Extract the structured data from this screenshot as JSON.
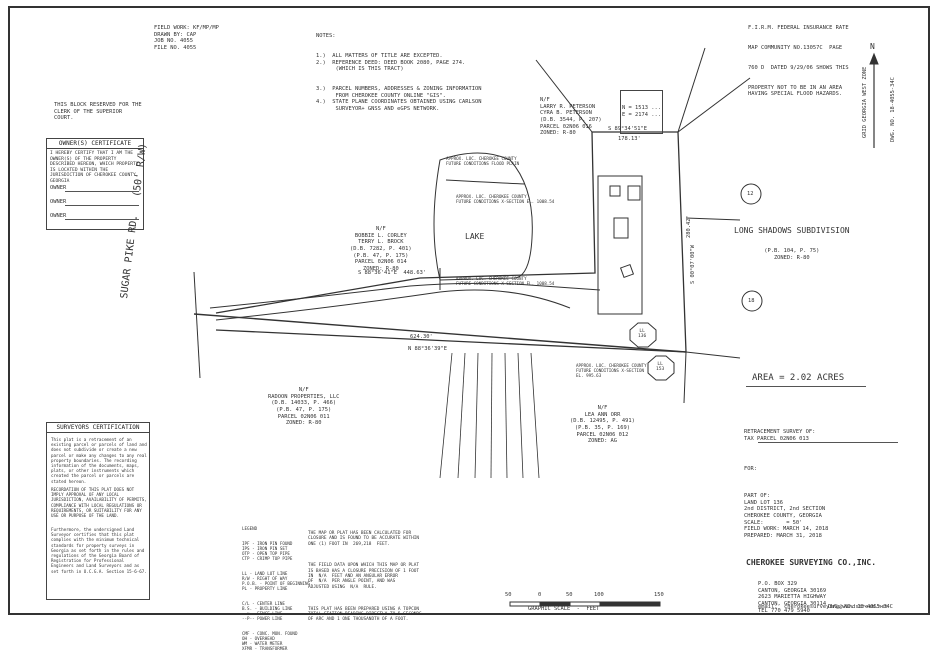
{
  "field_info": [
    "FIELD WORK: KF/MP/MP",
    "DRAWN BY: CAP",
    "JOB NO. 4055",
    "FILE NO. 4055"
  ],
  "notes": {
    "title": "NOTES:",
    "items": [
      "1.)  ALL MATTERS OF TITLE ARE EXCEPTED.",
      "2.)  REFERENCE DEED: DEED BOOK 2080, PAGE 274.",
      "      (WHICH IS THIS TRACT)",
      "3.)  PARCEL NUMBERS, ADDRESSES & ZONING INFORMATION",
      "      FROM CHEROKEE COUNTY ONLINE \"GIS\".",
      "4.)  STATE PLANE COORDINATES OBTAINED USING CARLSON",
      "      SURVEYOR+ GNSS AND eGPS NETWORK."
    ]
  },
  "firm": [
    "F.I.R.M. FEDERAL INSURANCE RATE",
    "MAP COMMUNITY NO.13057C",
    "PAGE",
    "DATED 9/29/06 SHOWS THIS",
    "PROPERTY NOT TO BE IN AN AREA",
    "HAVING SPECIAL FLOOD HAZARDS."
  ],
  "clerk_block": "THIS BLOCK RESERVED FOR THE CLERK OF THE SUPERIOR COURT.",
  "owner_cert": {
    "title": "OWNER(S) CERTIFICATE",
    "text": "I HEREBY CERTIFY THAT I AM THE OWNER(S) OF THE PROPERTY DESCRIBED HEREON, WHICH PROPERTY IS LOCATED WITHIN THE JURISDICTION OF CHEROKEE COUNTY, GEORGIA",
    "lines": [
      "OWNER",
      "OWNER",
      "OWNER"
    ]
  },
  "surveyor_cert": {
    "title": "SURVEYORS CERTIFICATION",
    "paragraphs": [
      "This plat is a retracement of an existing parcel or parcels of land and does not subdivide or create a new parcel or make any changes to any real property boundaries. The recording information of the documents, maps, plats, or other instruments which created the parcel or parcels are stated hereon.",
      "RECORDATION OF THIS PLAT DOES NOT IMPLY APPROVAL OF ANY LOCAL JURISDICTION, AVAILABILITY OF PERMITS, COMPLIANCE WITH LOCAL REGULATIONS OR REQUIREMENTS, OR SUITABILITY FOR ANY USE OR PURPOSE OF THE LAND.",
      "Furthermore, the undersigned Land Surveyor certifies that this plat complies with the minimum technical standards for property surveys in Georgia as set forth in the rules and regulations of the Georgia Board of Registration for Professional Engineers and Land Surveyors and as set forth in O.C.G.A. Section 15-6-67."
    ]
  },
  "road": "SUGAR PIKE RD.   (50' R/W)",
  "parcels": {
    "peterson": [
      "N/F",
      "LARRY R. PETERSON",
      "CYRA B. PETERSON",
      "(D.B. 3544, P. 207)",
      "PARCEL 02N06 016",
      "ZONED: R-80"
    ],
    "corley": [
      "N/F",
      "BOBBIE L. CORLEY",
      "TERRY L. BROCK",
      "(D.B. 7282, P. 401)",
      "(P.B. 47, P. 175)",
      "PARCEL 02N06 014",
      "ZONED: R-80"
    ],
    "radoon": [
      "N/F",
      "RADOON PROPERTIES, LLC",
      "(D.B. 14033, P. 466)",
      "(P.B. 47, P. 175)",
      "PARCEL 02N06 011",
      "ZONED: R-80"
    ],
    "orr": [
      "N/F",
      "LEA ANN ORR",
      "(D.B. 12495, P. 491)",
      "(P.B. 35, P. 169)",
      "PARCEL 02N06 012",
      "ZONED: AG"
    ]
  },
  "subdivision": {
    "name": "LONG SHADOWS SUBDIVISION",
    "ref": "(P.B. 104, P. 75)",
    "zoned": "ZONED: R-80"
  },
  "lots": [
    "12",
    "18"
  ],
  "lake": "LAKE",
  "ll_badges": [
    "LL\n136",
    "LL\n153"
  ],
  "bearings": {
    "top": "S 89°34'51\"E",
    "top_dist": "178.13'",
    "mid": "S 88°36'41\"E  448.63'",
    "bottom": "N 88°36'39\"E",
    "bottom_dist": "624.30'",
    "east_dist": "280.42'",
    "east_brg": "S 00°07'00\"W"
  },
  "area": "AREA = 2.02 ACRES",
  "north_label": "N",
  "grid_label": "GRID GEORGIA WEST ZONE",
  "dwg_side": "DWG. NO. 18-4055-34C",
  "retracement": {
    "title": "RETRACEMENT SURVEY OF:",
    "parcel": "TAX PARCEL 02N06 013",
    "for": "FOR:"
  },
  "part_of": [
    "PART OF:",
    "LAND LOT 136",
    "2nd DISTRICT, 2nd SECTION",
    "CHEROKEE COUNTY, GEORGIA",
    "SCALE:       = 50'",
    "FIELD WORK: MARCH 14, 2018",
    "PREPARED: MARCH 31, 2018"
  ],
  "company": {
    "name": "CHEROKEE SURVEYING CO.,INC.",
    "address": [
      "P.O. BOX 329",
      "CANTON, GEORGIA 30169",
      "2623 MARIETTA HIGHWAY",
      "CANTON, GEORGIA 30114",
      "TEL 770 479 5940"
    ],
    "email": "email:  cherokeesurveying@windstream.net",
    "dwg": "DWG. NO. 18-4055-34C"
  },
  "legend": {
    "title": "LEGEND",
    "items": [
      "IPF - IRON PIN FOUND",
      "IPS - IRON PIN SET",
      "OTP - OPEN TOP PIPE",
      "CTP - CRIMP TOP PIPE",
      "LL - LAND LOT LINE",
      "R/W - RIGHT OF WAY",
      "P.O.B. - POINT OF BEGINNING",
      "PL - PROPERTY LINE",
      "C/L - CENTER LINE",
      "B.S. - BUILDING LINE",
      "--x-- FENCE LINE",
      "--P-- POWER LINE",
      "CMF - CONC. MON. FOUND",
      "OH - OVERHEAD",
      "WM - WATER METER",
      "XFMR - TRANSFORMER"
    ]
  },
  "closure": [
    "THE MAP OR PLAT HAS BEEN CALCULATED FOR",
    "CLOSURE AND IS FOUND TO BE ACCURATE WITHIN",
    "ONE (1) FOOT IN  269,218  FEET.",
    "",
    "THE FIELD DATA UPON WHICH THIS MAP OR PLAT",
    "IS BASED HAS A CLOSURE PRECISION OF 1 FOOT",
    "IN  N/A  FEET AND AN ANGULAR ERROR",
    "OF  N/A  PER ANGLE POINT, AND WAS",
    "ADJUSTED USING  N/A  RULE.",
    "",
    "THIS PLAT HAS BEEN PREPARED USING A TOPCON",
    "TOTAL STATION READING DIRECTLY TO 5 SECONDS",
    "OF ARC AND 1 ONE THOUSANDTH OF A FOOT."
  ],
  "scale": {
    "ticks": [
      "50",
      "0",
      "50",
      "100",
      "150"
    ],
    "label": "GRAPHIC SCALE  -  FEET"
  },
  "coord_box": [
    "N = 1513 ...",
    "E = 2174 ..."
  ],
  "flood_labels": [
    "APPROX. LOC. CHEROKEE COUNTY",
    "FUTURE CONDITIONS FLOOD PLAIN"
  ],
  "flood_xsec": [
    "APPROX. LOC. CHEROKEE COUNTY",
    "FUTURE CONDITIONS X-SECTION EL. 1008.54"
  ],
  "flood_xsec2": [
    "APPROX. LOC. CHEROKEE COUNTY",
    "FUTURE CONDITIONS X-SECTION EL. 1008.54"
  ],
  "flood_bottom": [
    "APPROX. LOC. CHEROKEE COUNTY",
    "FUTURE CONDITIONS X-SECTION",
    "EL. 995.63"
  ]
}
